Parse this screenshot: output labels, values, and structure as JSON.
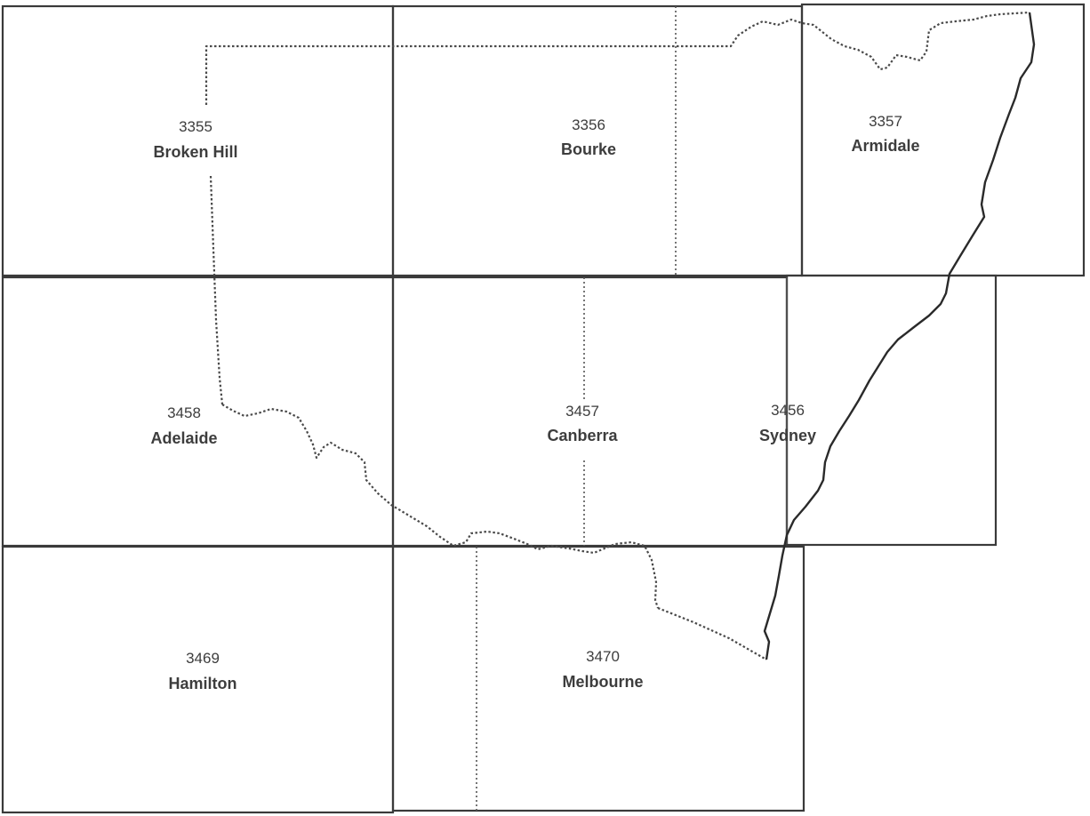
{
  "map": {
    "sheets": [
      {
        "id": "3355",
        "number": "3355",
        "name": "Broken Hill"
      },
      {
        "id": "3356",
        "number": "3356",
        "name": "Bourke"
      },
      {
        "id": "3357",
        "number": "3357",
        "name": "Armidale"
      },
      {
        "id": "3458",
        "number": "3458",
        "name": "Adelaide"
      },
      {
        "id": "3457",
        "number": "3457",
        "name": "Canberra"
      },
      {
        "id": "3456",
        "number": "3456",
        "name": "Sydney"
      },
      {
        "id": "3469",
        "number": "3469",
        "name": "Hamilton"
      },
      {
        "id": "3470",
        "number": "3470",
        "name": "Melbourne"
      }
    ],
    "colors": {
      "frame": "#3a3a3a",
      "border": "#4a4a4a",
      "coast": "#2a2a2a",
      "text": "#3d3d3d"
    }
  }
}
